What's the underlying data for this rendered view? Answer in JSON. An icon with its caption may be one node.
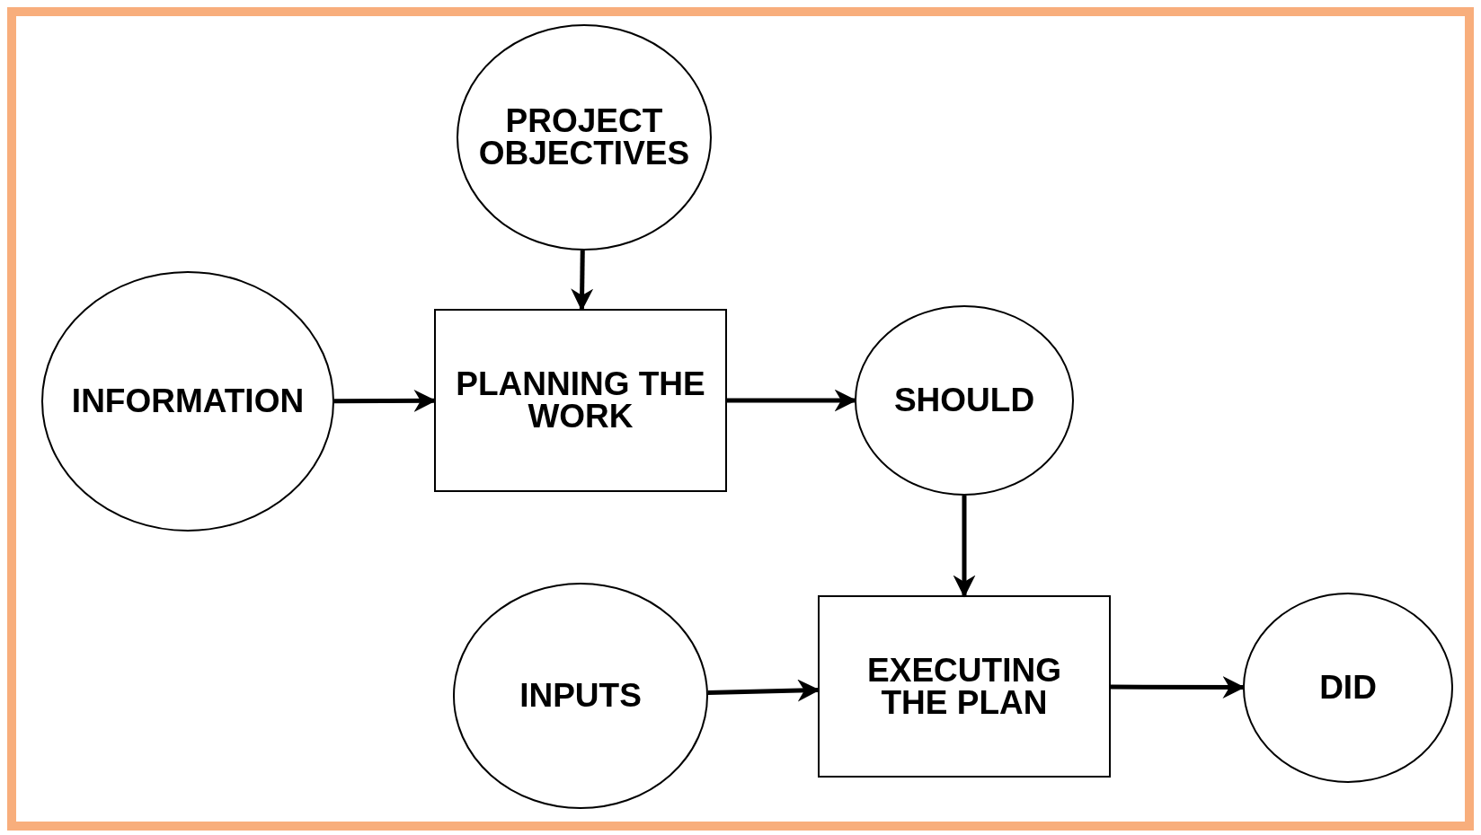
{
  "diagram": {
    "nodes": [
      {
        "text": [
          "PROJECT OBJECTIVES"
        ]
      },
      {
        "text": [
          "INFORMATION"
        ]
      },
      {
        "text": [
          "PLANNING THE WORK"
        ]
      },
      {
        "text": [
          "SHOULD"
        ]
      },
      {
        "text": [
          "INPUTS"
        ]
      },
      {
        "text": [
          "EXECUTING THE PLAN"
        ]
      },
      {
        "text": [
          "DID"
        ]
      }
    ],
    "edges": [
      {
        "from": 0,
        "to": 2,
        "arrow": "to"
      },
      {
        "from": 1,
        "to": 2,
        "arrow": "to"
      },
      {
        "from": 2,
        "to": 3,
        "arrow": "to"
      },
      {
        "from": 3,
        "to": 5,
        "arrow": "to"
      },
      {
        "from": 4,
        "to": 5,
        "arrow": "to"
      },
      {
        "from": 5,
        "to": 6,
        "arrow": "to"
      }
    ]
  }
}
